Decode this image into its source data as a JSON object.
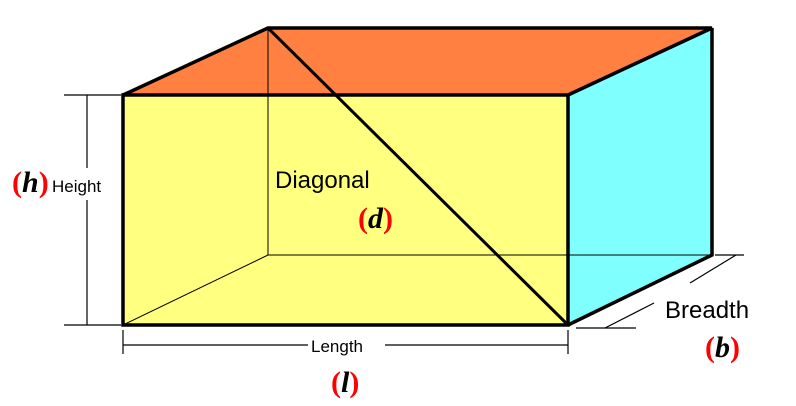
{
  "labels": {
    "height": "Height",
    "height_symbol": "h",
    "length": "Length",
    "length_symbol": "l",
    "breadth": "Breadth",
    "breadth_symbol": "b",
    "diagonal": "Diagonal",
    "diagonal_symbol": "d"
  },
  "colors": {
    "front_face": "#FFFF80",
    "top_face": "#FF8040",
    "side_face": "#80FFFF",
    "symbol_parens": "#FF0000",
    "edges": "#000000"
  }
}
